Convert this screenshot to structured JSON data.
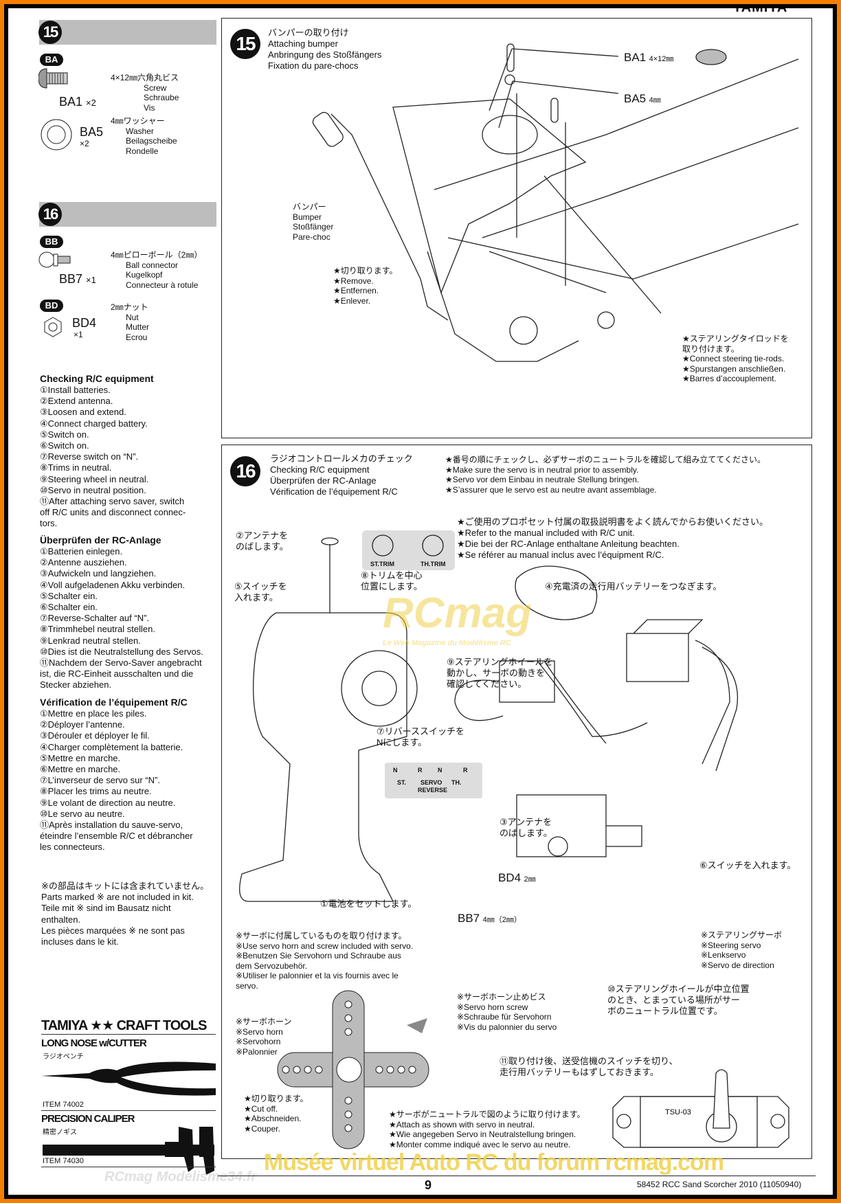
{
  "brand_top": "TAMIYA",
  "left": {
    "step15": {
      "num": "15",
      "group": "BA",
      "items": [
        {
          "code": "BA1",
          "qty": "×2",
          "jp": "4×12㎜六角丸ビス",
          "en": "Screw",
          "de": "Schraube",
          "fr": "Vis"
        },
        {
          "code": "BA5",
          "qty": "×2",
          "jp": "4㎜ワッシャー",
          "en": "Washer",
          "de": "Beilagscheibe",
          "fr": "Rondelle"
        }
      ]
    },
    "step16": {
      "num": "16",
      "groups": [
        {
          "group": "BB",
          "code": "BB7",
          "qty": "×1",
          "jp": "4㎜ピローボール（2㎜）",
          "en": "Ball connector",
          "de": "Kugelkopf",
          "fr": "Connecteur à rotule"
        },
        {
          "group": "BD",
          "code": "BD4",
          "qty": "×1",
          "jp": "2㎜ナット",
          "en": "Nut",
          "de": "Mutter",
          "fr": "Ecrou"
        }
      ]
    },
    "checking_en": {
      "title": "Checking R/C equipment",
      "items": [
        "①Install batteries.",
        "②Extend antenna.",
        "③Loosen and extend.",
        "④Connect charged battery.",
        "⑤Switch on.",
        "⑥Switch on.",
        "⑦Reverse switch on “N”.",
        "⑧Trims in neutral.",
        "⑨Steering wheel in neutral.",
        "⑩Servo in neutral position.",
        "⑪After attaching servo saver, switch",
        "off R/C units and disconnect connec-",
        "tors."
      ]
    },
    "checking_de": {
      "title": "Überprüfen der RC-Anlage",
      "items": [
        "①Batterien einlegen.",
        "②Antenne ausziehen.",
        "③Aufwickeln und langziehen.",
        "④Voll aufgeladenen Akku verbinden.",
        "⑤Schalter ein.",
        "⑥Schalter ein.",
        "⑦Reverse-Schalter auf “N”.",
        "⑧Trimmhebel neutral stellen.",
        "⑨Lenkrad neutral stellen.",
        "⑩Dies ist die Neutralstellung des Servos.",
        "⑪Nachdem der Servo-Saver angebracht",
        "ist, die RC-Einheit ausschalten und die",
        "Stecker abziehen."
      ]
    },
    "checking_fr": {
      "title": "Vérification de l’équipement R/C",
      "items": [
        "①Mettre en place les piles.",
        "②Déployer l’antenne.",
        "③Dérouler et déployer le fil.",
        "④Charger complètement la batterie.",
        "⑤Mettre en marche.",
        "⑥Mettre en marche.",
        "⑦L’inverseur de servo sur “N”.",
        "⑧Placer les trims au neutre.",
        "⑨Le volant de direction au neutre.",
        "⑩Le servo au neutre.",
        "⑪Après installation du sauve-servo,",
        "éteindre l’ensemble R/C et débrancher",
        "les connecteurs."
      ]
    },
    "not_included": [
      "※の部品はキットには含まれていません。",
      "Parts marked ※ are not included in kit.",
      "Teile mit ※ sind im Bausatz nicht",
      "enthalten.",
      "Les pièces marquées ※ ne sont pas",
      "incluses dans le kit."
    ],
    "tools": {
      "brand": "TAMIYA ★★ CRAFT TOOLS",
      "items": [
        {
          "name": "LONG NOSE w/CUTTER",
          "jp": "ラジオペンチ",
          "item": "ITEM 74002"
        },
        {
          "name": "PRECISION CALIPER",
          "jp": "精密ノギス",
          "item": "ITEM 74030"
        }
      ]
    }
  },
  "step15": {
    "num": "15",
    "title": [
      "バンパーの取り付け",
      "Attaching bumper",
      "Anbringung des Stoßfängers",
      "Fixation du pare-chocs"
    ],
    "ba1_label": "BA1",
    "ba1_size": "4×12㎜",
    "ba5_label": "BA5",
    "ba5_size": "4㎜",
    "bumper": [
      "バンパー",
      "Bumper",
      "Stoßfänger",
      "Pare-choc"
    ],
    "remove": [
      "★切り取ります。",
      "★Remove.",
      "★Entfernen.",
      "★Enlever."
    ],
    "tierods": [
      "★ステアリングタイロッドを",
      "取り付けます。",
      "★Connect steering tie-rods.",
      "★Spurstangen anschließen.",
      "★Barres d’accouplement."
    ]
  },
  "step16": {
    "num": "16",
    "title": [
      "ラジオコントロールメカのチェック",
      "Checking R/C equipment",
      "Überprüfen der RC-Anlage",
      "Vérification de l’équipement R/C"
    ],
    "note1": [
      "★番号の順にチェックし、必ずサーボのニュートラルを確認して組み立ててください。",
      "★Make sure the servo is in neutral prior to assembly.",
      "★Servo vor dem Einbau in neutrale Stellung bringen.",
      "★S’assurer que le servo est au neutre avant assemblage."
    ],
    "note2": [
      "★ご使用のプロポセット付属の取扱説明書をよく読んでからお使いください。",
      "★Refer to the manual included with R/C unit.",
      "★Die bei der RC-Anlage enthaltane Anleitung beachten.",
      "★Se référer au manual inclus avec l’équipment R/C."
    ],
    "c2": [
      "②アンテナを",
      "のばします。"
    ],
    "c8": [
      "⑧トリムを中心",
      "位置にします。"
    ],
    "c5": [
      "⑤スイッチを",
      "入れます。"
    ],
    "c4": "④充電済の走行用バッテリーをつなぎます。",
    "c9": [
      "⑨ステアリングホイールを",
      "動かし、サーボの動きを",
      "確認してください。"
    ],
    "c7": [
      "⑦リバーススイッチを",
      "Nにします。"
    ],
    "c3": [
      "③アンテナを",
      "のばします。"
    ],
    "c6": "⑥スイッチを入れます。",
    "c1": "①電池をセットします。",
    "bd4": "BD4",
    "bd4_size": "2㎜",
    "bb7": "BB7",
    "bb7_size": "4㎜（2㎜）",
    "horn_note": [
      "※サーボに付属しているものを取り付けます。",
      "※Use servo horn and screw included with servo.",
      "※Benutzen Sie Servohorn und Schraube aus",
      "dem Servozubehör.",
      "※Utiliser le palonnier et la vis fournis avec le",
      "servo."
    ],
    "servo_horn": [
      "※サーボホーン",
      "※Servo horn",
      "※Servohorn",
      "※Palonnier"
    ],
    "cut_off": [
      "★切り取ります。",
      "★Cut off.",
      "★Abschneiden.",
      "★Couper."
    ],
    "steering_servo": [
      "※ステアリングサーボ",
      "※Steering servo",
      "※Lenkservo",
      "※Servo de direction"
    ],
    "c10": [
      "⑩ステアリングホイールが中立位置",
      "のとき、とまっている場所がサー",
      "ボのニュートラル位置です。"
    ],
    "horn_screw": [
      "※サーボホーン止めビス",
      "※Servo horn screw",
      "※Schraube für Servohorn",
      "※Vis du palonnier du servo"
    ],
    "c11": [
      "⑪取り付け後、送受信機のスイッチを切り、",
      "走行用バッテリーもはずしておきます。"
    ],
    "attach": [
      "★サーボがニュートラルで図のように取り付けます。",
      "★Attach as shown with servo in neutral.",
      "★Wie angegeben Servo in Neutralstellung bringen.",
      "★Monter comme indiqué avec le servo au neutre."
    ],
    "servo_label": "TSU-03",
    "trim_labels": [
      "ST.TRIM",
      "TH.TRIM"
    ],
    "reverse_labels": [
      "N",
      "R",
      "N",
      "R",
      "ST.",
      "SERVO",
      "TH.",
      "REVERSE"
    ]
  },
  "footer": {
    "page": "9",
    "model": "58452 RCC Sand Scorcher 2010 (11050940)"
  },
  "watermarks": [
    "RCmag",
    "Le Web Magazine du Modélisme RC",
    "Musée virtuel Auto RC du forum rcmag.com",
    "RCmag Modelisme34.fr"
  ]
}
